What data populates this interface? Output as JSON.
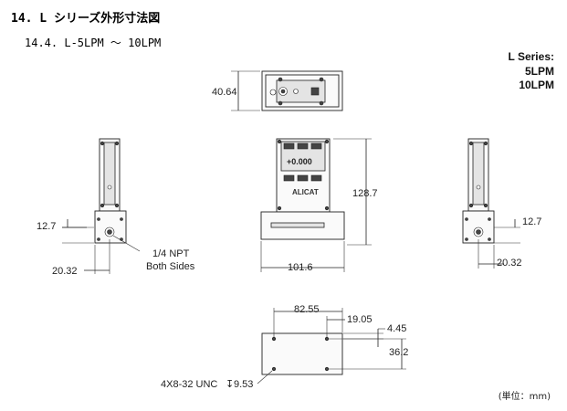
{
  "heading": {
    "section": "14. L シリーズ外形寸法図",
    "subsection": "14.4. L-5LPM ～ 10LPM"
  },
  "series_label": {
    "title": "L Series:",
    "models": [
      "5LPM",
      "10LPM"
    ]
  },
  "dimensions": {
    "top_height": "40.64",
    "left_offset": "12.7",
    "left_depth": "20.32",
    "port_note_line1": "1/4 NPT",
    "port_note_line2": "Both Sides",
    "front_height": "128.7",
    "front_width": "101.6",
    "right_offset": "12.7",
    "right_depth": "20.32",
    "hole_span": "82.55",
    "hole_edge": "19.05",
    "hole_offset": "4.45",
    "hole_pitch": "36.2",
    "thread_spec": "4X8-32 UNC",
    "thread_depth": "9.53"
  },
  "display": {
    "reading": "+0.000",
    "logo": "ALICAT"
  },
  "unit_note": "(単位：mm)"
}
